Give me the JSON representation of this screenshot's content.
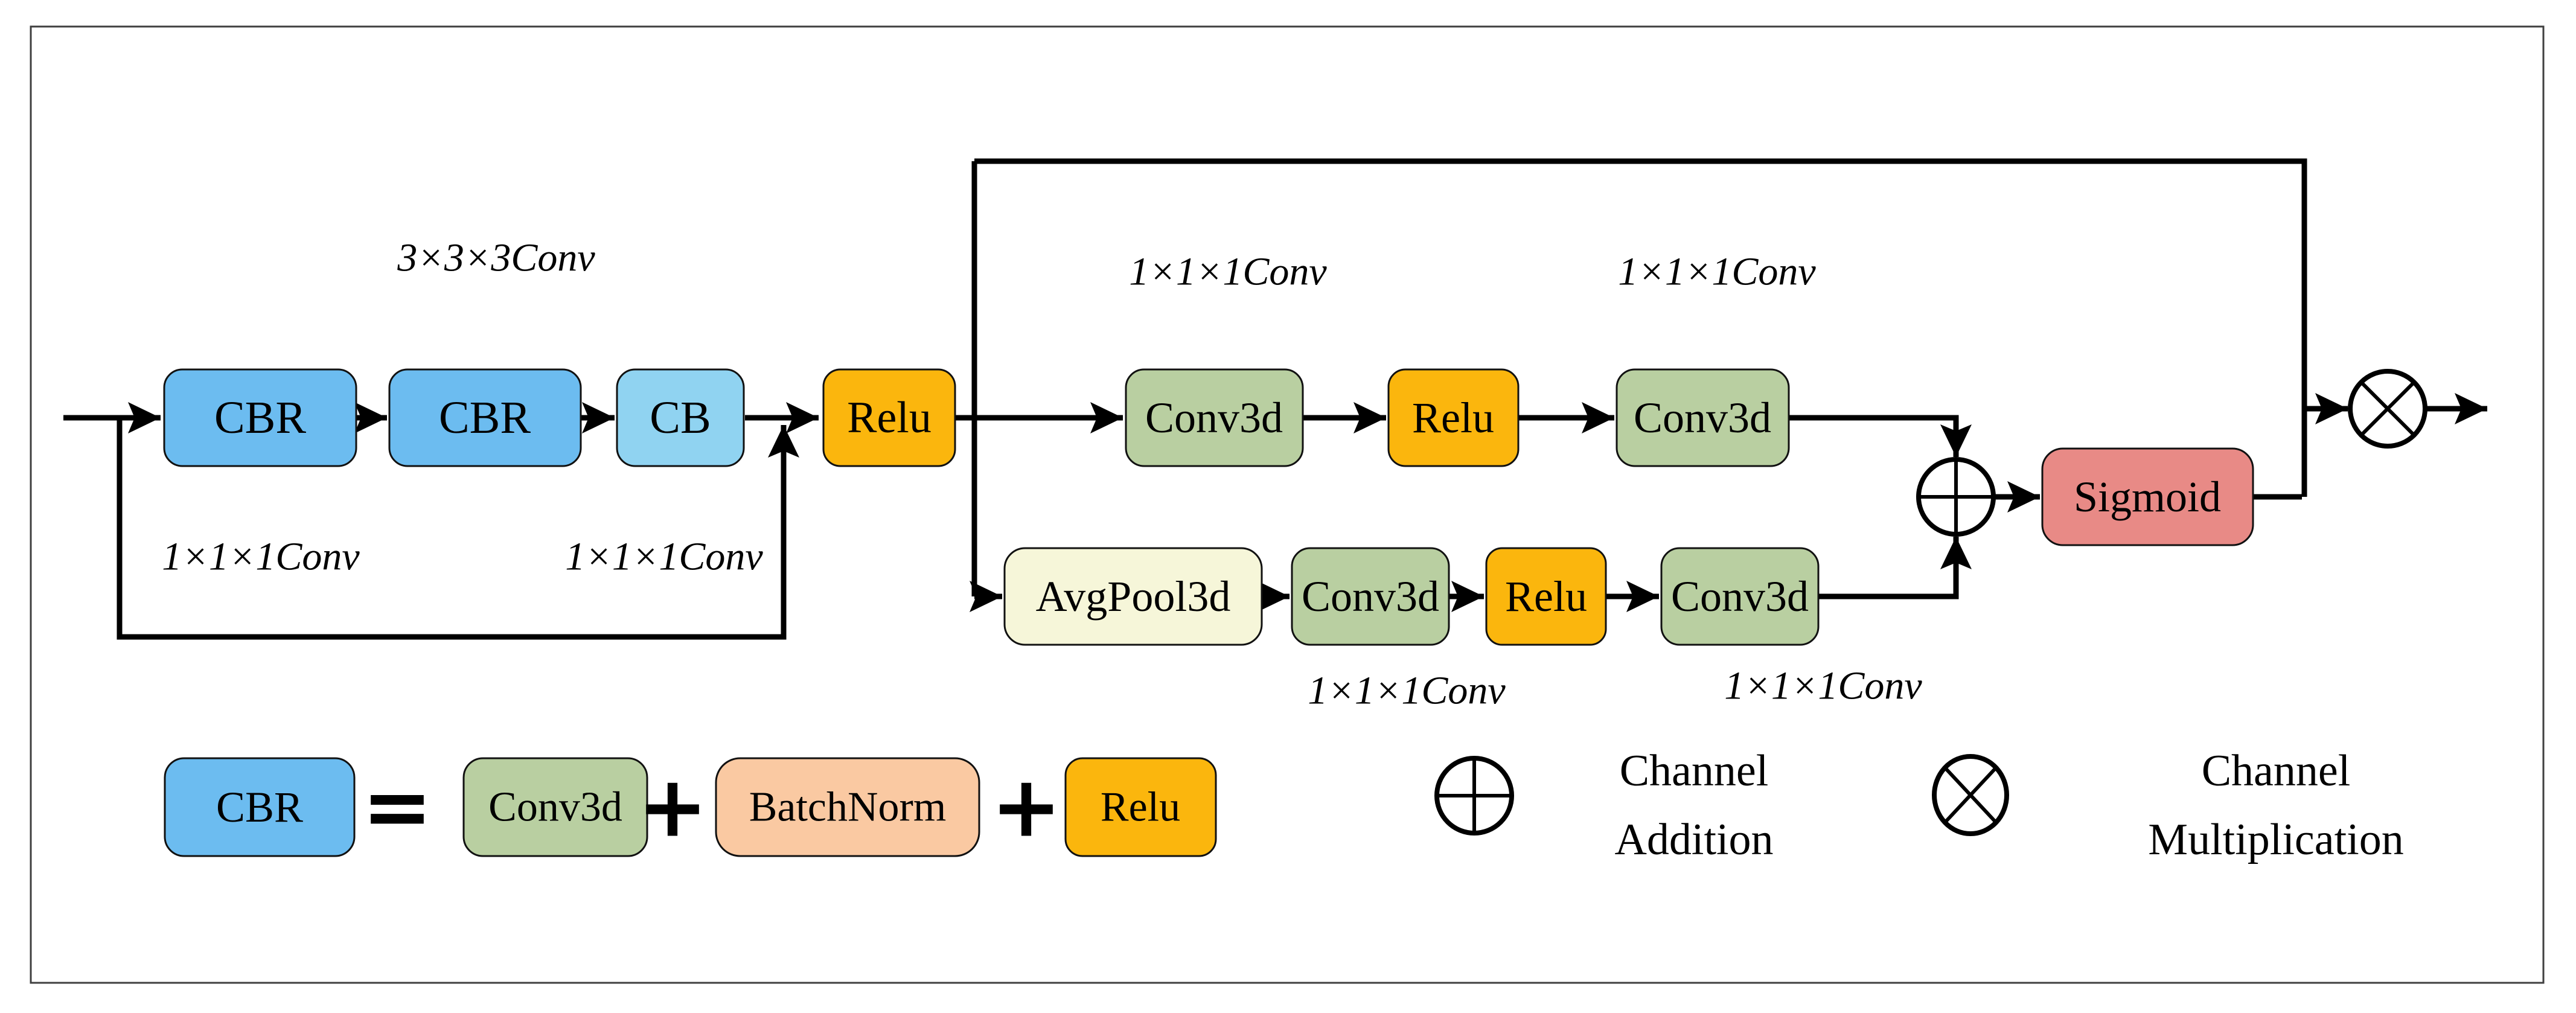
{
  "colors": {
    "cbr_blue": "#6CBCF0",
    "cb_light_blue": "#90D3F1",
    "relu_amber": "#FBB60D",
    "conv_green": "#B9CFA1",
    "avgpool_cream": "#F6F6D9",
    "batchnorm_peach": "#FAC9A2",
    "sigmoid_salmon": "#E88A86",
    "line_black": "#000000",
    "frame_gray": "#3f3f3f"
  },
  "main_path": {
    "cbr1": "CBR",
    "cbr2": "CBR",
    "cb": "CB",
    "relu": "Relu",
    "conv333_label": "3×3×3Conv",
    "skip_label_1": "1×1×1Conv",
    "skip_label_2": "1×1×1Conv"
  },
  "top_branch": {
    "conv1": "Conv3d",
    "relu": "Relu",
    "conv2": "Conv3d",
    "conv1_label": "1×1×1Conv",
    "conv2_label": "1×1×1Conv"
  },
  "bottom_branch": {
    "avgpool": "AvgPool3d",
    "conv1": "Conv3d",
    "relu": "Relu",
    "conv2": "Conv3d",
    "conv1_label": "1×1×1Conv",
    "conv2_label": "1×1×1Conv"
  },
  "attention": {
    "sigmoid": "Sigmoid"
  },
  "legend": {
    "cbr": "CBR",
    "equals": "=",
    "conv3d": "Conv3d",
    "plus1": "+",
    "batchnorm": "BatchNorm",
    "plus2": "+",
    "relu": "Relu",
    "addition_line1": "Channel",
    "addition_line2": "Addition",
    "multiplication_line1": "Channel",
    "multiplication_line2": "Multiplication"
  }
}
